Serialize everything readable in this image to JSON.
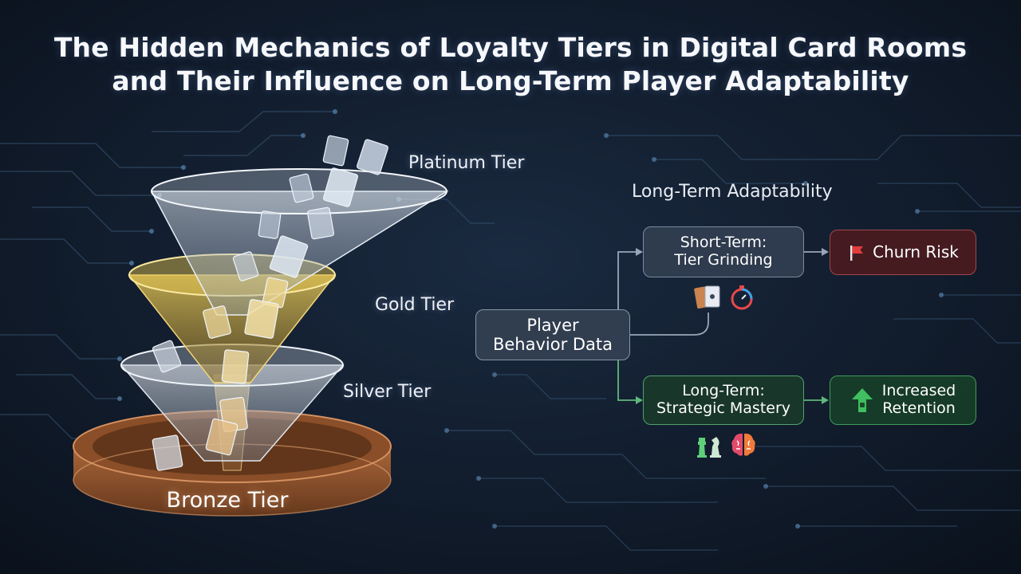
{
  "title": {
    "line1": "The Hidden Mechanics of Loyalty Tiers in Digital Card Rooms",
    "line2": "and Their Influence on Long-Term Player Adaptability"
  },
  "funnel": {
    "tiers": [
      {
        "name": "Platinum Tier",
        "color": "#d9e4f0"
      },
      {
        "name": "Gold Tier",
        "color": "#e8c34a"
      },
      {
        "name": "Silver Tier",
        "color": "#c9d2dc"
      },
      {
        "name": "Bronze Tier",
        "color": "#c47a45"
      }
    ]
  },
  "flow": {
    "heading": "Long-Term Adaptability",
    "source": {
      "line1": "Player",
      "line2": "Behavior Data"
    },
    "short_term": {
      "line1": "Short-Term:",
      "line2": "Tier Grinding",
      "icons": [
        "cards-icon",
        "stopwatch-icon"
      ]
    },
    "long_term": {
      "line1": "Long-Term:",
      "line2": "Strategic Mastery",
      "icons": [
        "chess-pieces-icon",
        "brain-icon"
      ]
    },
    "churn": {
      "label": "Churn Risk",
      "icon": "red-flag-icon",
      "color": "#e23c3c"
    },
    "retention": {
      "line1": "Increased",
      "line2": "Retention",
      "icon": "growth-arrow-icon",
      "color": "#3fbf5f"
    }
  }
}
